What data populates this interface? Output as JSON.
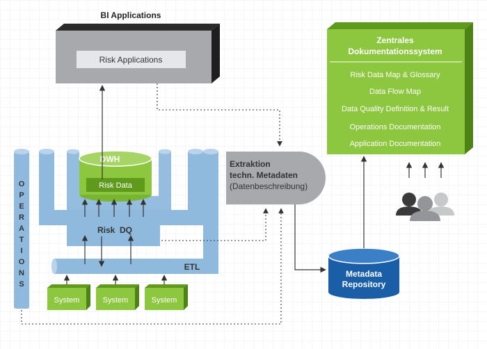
{
  "bi": {
    "title": "BI Applications",
    "inner": "Risk Applications"
  },
  "doc": {
    "title_line1": "Zentrales",
    "title_line2": "Dokumentationssystem",
    "items": [
      "Risk Data Map & Glossary",
      "Data Flow Map",
      "Data Quality Definition & Result",
      "Operations Documentation",
      "Application Documentation"
    ]
  },
  "dwh": {
    "title": "DWH",
    "risk_data": "Risk Data"
  },
  "extraction": {
    "line1": "Extraktion",
    "line2": "techn. Metadaten",
    "line3": "(Datenbeschreibung)"
  },
  "operations": {
    "letters": [
      "O",
      "P",
      "E",
      "R",
      "A",
      "T",
      "I",
      "O",
      "N",
      "S"
    ]
  },
  "risk_dq": "Risk  DQ",
  "etl": "ETL",
  "systems": [
    "System",
    "System",
    "System"
  ],
  "metadata_repo": {
    "line1": "Metadata",
    "line2": "Repository"
  },
  "colors": {
    "green": "#8dc63f",
    "green_dark": "#5f9a1c",
    "blue_light": "#8fb9dd",
    "blue_dark": "#1a5ea8",
    "gray": "#a9abae",
    "gray_dark": "#333333",
    "grid": "#eaf0f6"
  },
  "icons": [
    "users-icon"
  ]
}
